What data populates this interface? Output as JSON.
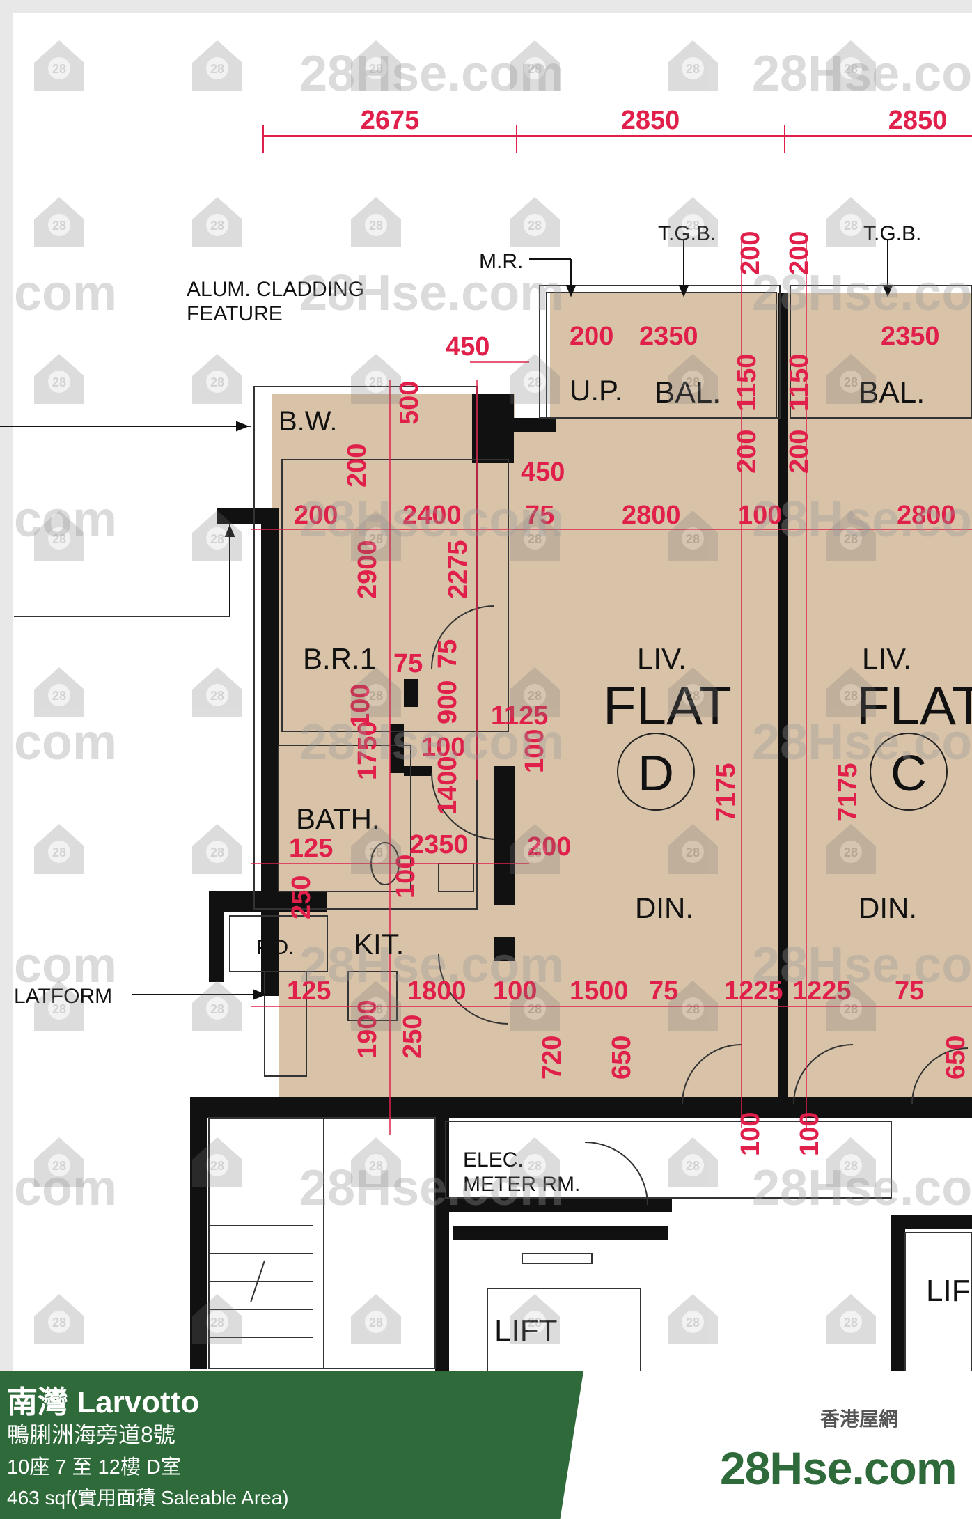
{
  "plan": {
    "dimensions_top": [
      "2675",
      "2850",
      "2850"
    ],
    "labels": {
      "tgb": "T.G.B.",
      "mr": "M.R.",
      "alum_cladding": "ALUM. CLADDING\nFEATURE",
      "platform": "LATFORM",
      "bw": "B.W.",
      "up": "U.P.",
      "bal": "BAL.",
      "br1": "B.R.1",
      "bath": "BATH.",
      "pd": "P.D.",
      "kit": "KIT.",
      "liv": "LIV.",
      "flat": "FLAT",
      "flat_d": "D",
      "flat_c": "C",
      "din": "DIN.",
      "elec": "ELEC.\nMETER RM.",
      "lift": "LIFT"
    },
    "red_dims": [
      "200",
      "200",
      "200",
      "2350",
      "2350",
      "450",
      "450",
      "1150",
      "1150",
      "500",
      "200",
      "200",
      "200",
      "200",
      "2400",
      "75",
      "2800",
      "100",
      "2800",
      "2900",
      "2275",
      "75",
      "75",
      "100",
      "900",
      "1125",
      "100",
      "100",
      "1750",
      "1400",
      "7175",
      "7175",
      "125",
      "2350",
      "200",
      "100",
      "250",
      "125",
      "1800",
      "100",
      "1500",
      "75",
      "1225",
      "1225",
      "75",
      "1900",
      "250",
      "720",
      "650",
      "650",
      "100",
      "100"
    ]
  },
  "watermark": {
    "badge": "28",
    "text_a": "28Hse.com",
    "text_b": "com"
  },
  "footer": {
    "title": "南灣 Larvotto",
    "address": "鴨脷洲海旁道8號",
    "unit": "10座 7 至 12樓 D室",
    "area": "463 sqf(實用面積 Saleable Area)",
    "brand_zh": "香港屋網",
    "brand_en": "28Hse.com",
    "brand_badge": "28"
  }
}
